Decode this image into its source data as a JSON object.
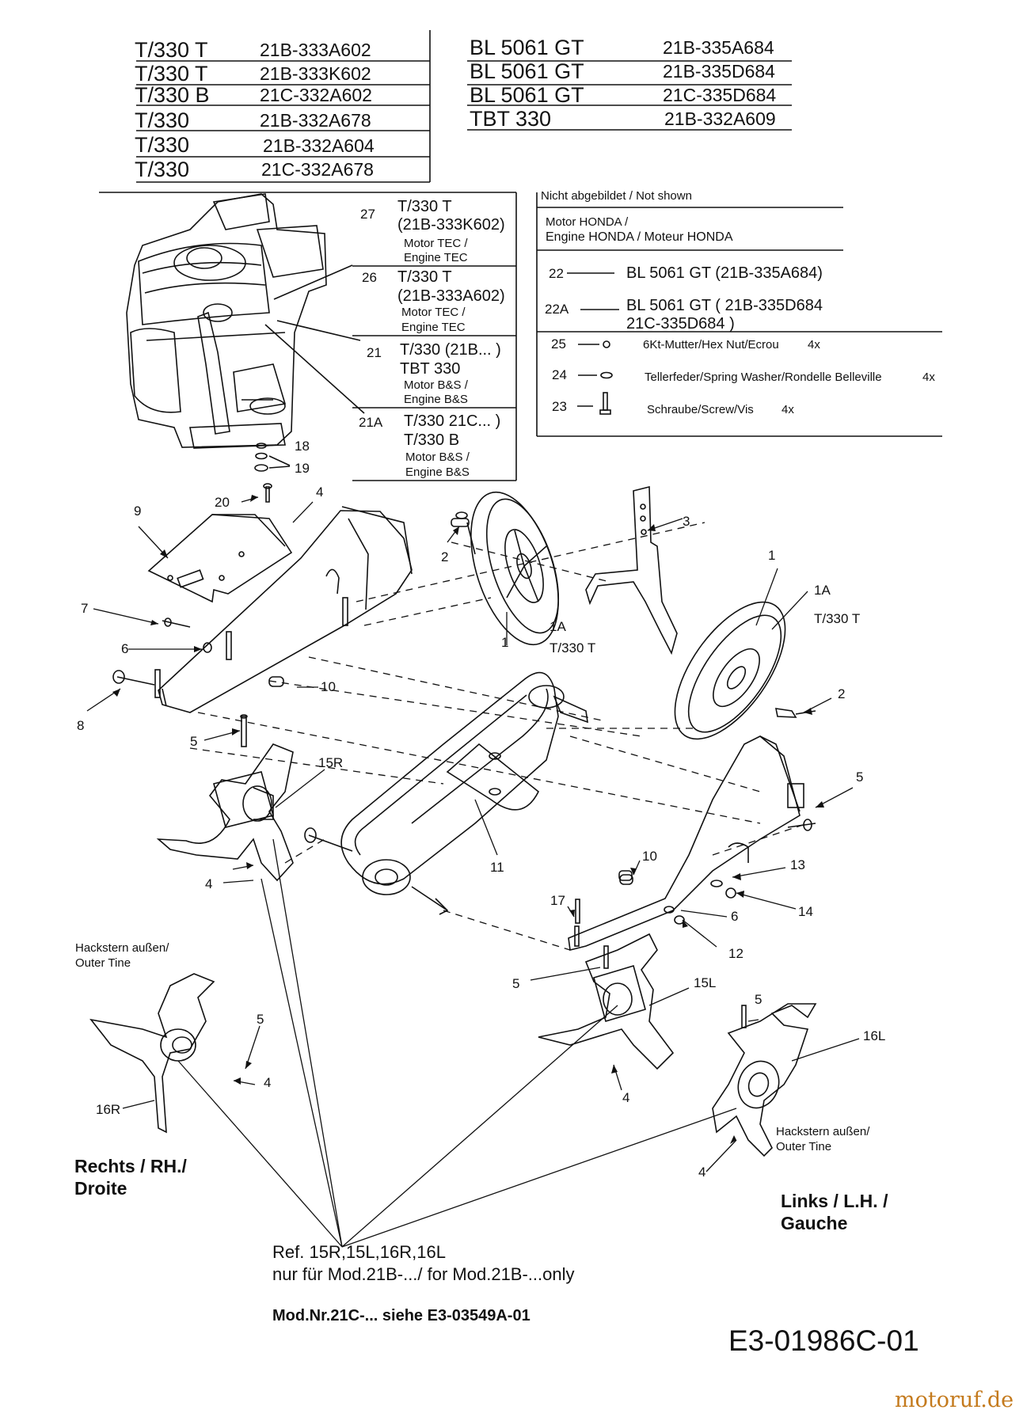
{
  "model_table": {
    "rows": [
      {
        "model": "T/330 T",
        "code": "21B-333A602"
      },
      {
        "model": "T/330 T",
        "code": "21B-333K602"
      },
      {
        "model": "T/330 B",
        "code": "21C-332A602"
      },
      {
        "model": "T/330",
        "code": "21B-332A678"
      },
      {
        "model": "T/330",
        "code": "21B-332A604"
      },
      {
        "model": "T/330",
        "code": "21C-332A678"
      }
    ],
    "rows_right": [
      {
        "model": "BL 5061 GT",
        "code": "21B-335A684"
      },
      {
        "model": "BL 5061 GT",
        "code": "21B-335D684"
      },
      {
        "model": "BL 5061 GT",
        "code": "21C-335D684"
      },
      {
        "model": "TBT 330",
        "code": "21B-332A609"
      }
    ]
  },
  "engine_box": {
    "items": [
      {
        "ref": "27",
        "line1": "T/330 T",
        "line2": "(21B-333K602)",
        "line3": "Motor TEC /",
        "line4": "Engine TEC"
      },
      {
        "ref": "26",
        "line1": "T/330 T",
        "line2": "(21B-333A602)",
        "line3": "Motor TEC /",
        "line4": "Engine TEC"
      },
      {
        "ref": "21",
        "line1": "T/330 (21B... )",
        "line2": "TBT 330",
        "line3": "Motor B&S /",
        "line4": "Engine B&S"
      },
      {
        "ref": "21A",
        "line1": "T/330 21C... )",
        "line2": "T/330 B",
        "line3": "Motor B&S /",
        "line4": "Engine B&S"
      }
    ]
  },
  "not_shown_box": {
    "header": "Nicht abgebildet / Not shown",
    "motor_line1": "Motor HONDA /",
    "motor_line2": "Engine HONDA / Moteur HONDA",
    "item22_ref": "22",
    "item22_text": "BL 5061 GT (21B-335A684)",
    "item22a_ref": "22A",
    "item22a_text1": "BL 5061 GT ( 21B-335D684",
    "item22a_text2": "21C-335D684 )",
    "item25_ref": "25",
    "item25_text": "6Kt-Mutter/Hex Nut/Ecrou",
    "item25_qty": "4x",
    "item24_ref": "24",
    "item24_text": "Tellerfeder/Spring Washer/Rondelle Belleville",
    "item24_qty": "4x",
    "item23_ref": "23",
    "item23_text": "Schraube/Screw/Vis",
    "item23_qty": "4x"
  },
  "callouts": {
    "c18": "18",
    "c19": "19",
    "c20": "20",
    "c4a": "4",
    "c9": "9",
    "c7": "7",
    "c6a": "6",
    "c8": "8",
    "c10a": "10",
    "c5a": "5",
    "c15r": "15R",
    "c4b": "4",
    "c2a": "2",
    "c1a": "1",
    "c1a_lbl": "1A",
    "c1a_model": "T/330 T",
    "c3": "3",
    "c1b": "1",
    "c1b_lbl": "1A",
    "c1b_model": "T/330 T",
    "c2b": "2",
    "c11": "11",
    "c10b": "10",
    "c17": "17",
    "c5b": "5",
    "c13": "13",
    "c14": "14",
    "c6b": "6",
    "c12": "12",
    "c5c": "5",
    "c15l": "15L",
    "c4c": "4",
    "c5d": "5",
    "c16l": "16L",
    "c4d": "4",
    "c5e": "5",
    "c4e": "4",
    "c16r": "16R"
  },
  "labels": {
    "outer_tine_left_1": "Hackstern außen/",
    "outer_tine_left_2": "Outer Tine",
    "outer_tine_right_1": "Hackstern außen/",
    "outer_tine_right_2": "Outer Tine",
    "right_side_1": "Rechts / RH./",
    "right_side_2": "Droite",
    "left_side_1": "Links / L.H. /",
    "left_side_2": "Gauche",
    "ref_note_1": "Ref. 15R,15L,16R,16L",
    "ref_note_2": "nur für Mod.21B-.../ for Mod.21B-...only",
    "mod_note": "Mod.Nr.21C-... siehe E3-03549A-01",
    "doc_number": "E3-01986C-01",
    "watermark": "motoruf.de"
  }
}
